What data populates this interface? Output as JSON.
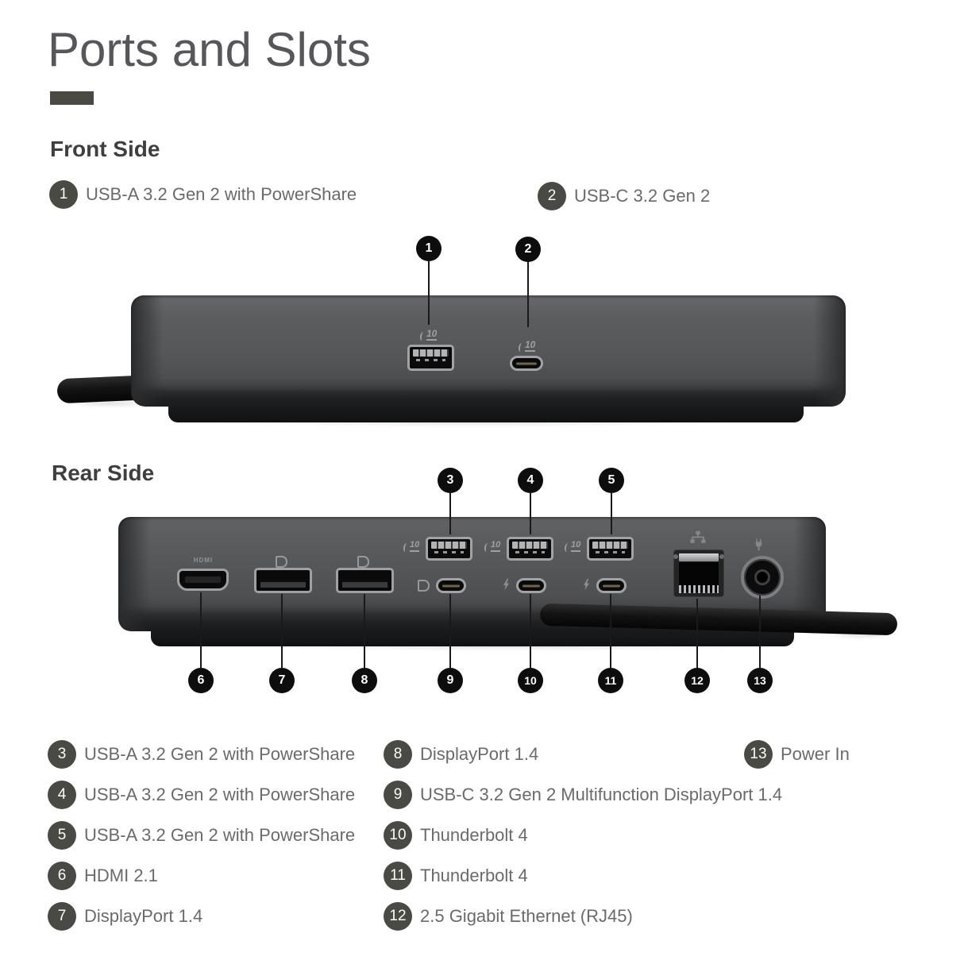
{
  "page": {
    "title": "Ports and Slots"
  },
  "icons": {
    "superspeed_usb_10gbps": "10"
  },
  "front": {
    "heading": "Front Side",
    "legend": [
      {
        "num": "1",
        "label": "USB-A 3.2 Gen 2 with PowerShare"
      },
      {
        "num": "2",
        "label": "USB-C 3.2 Gen 2"
      }
    ],
    "callouts": [
      {
        "num": "1"
      },
      {
        "num": "2"
      }
    ]
  },
  "rear": {
    "heading": "Rear Side",
    "hdmi_label": "HDMI",
    "callouts_top": [
      {
        "num": "3"
      },
      {
        "num": "4"
      },
      {
        "num": "5"
      }
    ],
    "callouts_bottom": [
      {
        "num": "6"
      },
      {
        "num": "7"
      },
      {
        "num": "8"
      },
      {
        "num": "9"
      },
      {
        "num": "10"
      },
      {
        "num": "11"
      },
      {
        "num": "12"
      },
      {
        "num": "13"
      }
    ],
    "legend_col1": [
      {
        "num": "3",
        "label": "USB-A 3.2 Gen 2 with PowerShare"
      },
      {
        "num": "4",
        "label": "USB-A 3.2 Gen 2 with PowerShare"
      },
      {
        "num": "5",
        "label": "USB-A 3.2 Gen 2 with PowerShare"
      },
      {
        "num": "6",
        "label": "HDMI 2.1"
      },
      {
        "num": "7",
        "label": "DisplayPort 1.4"
      }
    ],
    "legend_col2": [
      {
        "num": "8",
        "label": "DisplayPort 1.4"
      },
      {
        "num": "9",
        "label": "USB-C 3.2 Gen 2 Multifunction DisplayPort 1.4"
      },
      {
        "num": "10",
        "label": "Thunderbolt 4"
      },
      {
        "num": "11",
        "label": "Thunderbolt 4"
      },
      {
        "num": "12",
        "label": "2.5 Gigabit Ethernet (RJ45)"
      }
    ],
    "legend_col3": [
      {
        "num": "13",
        "label": "Power In"
      }
    ]
  },
  "colors": {
    "accent_bar": "#4a4a43",
    "legend_badge": "#4a4a45",
    "callout_circle": "#0d0d0e",
    "title_text": "#56575b",
    "heading_text": "#3e3f41",
    "label_text": "#696a6c"
  }
}
